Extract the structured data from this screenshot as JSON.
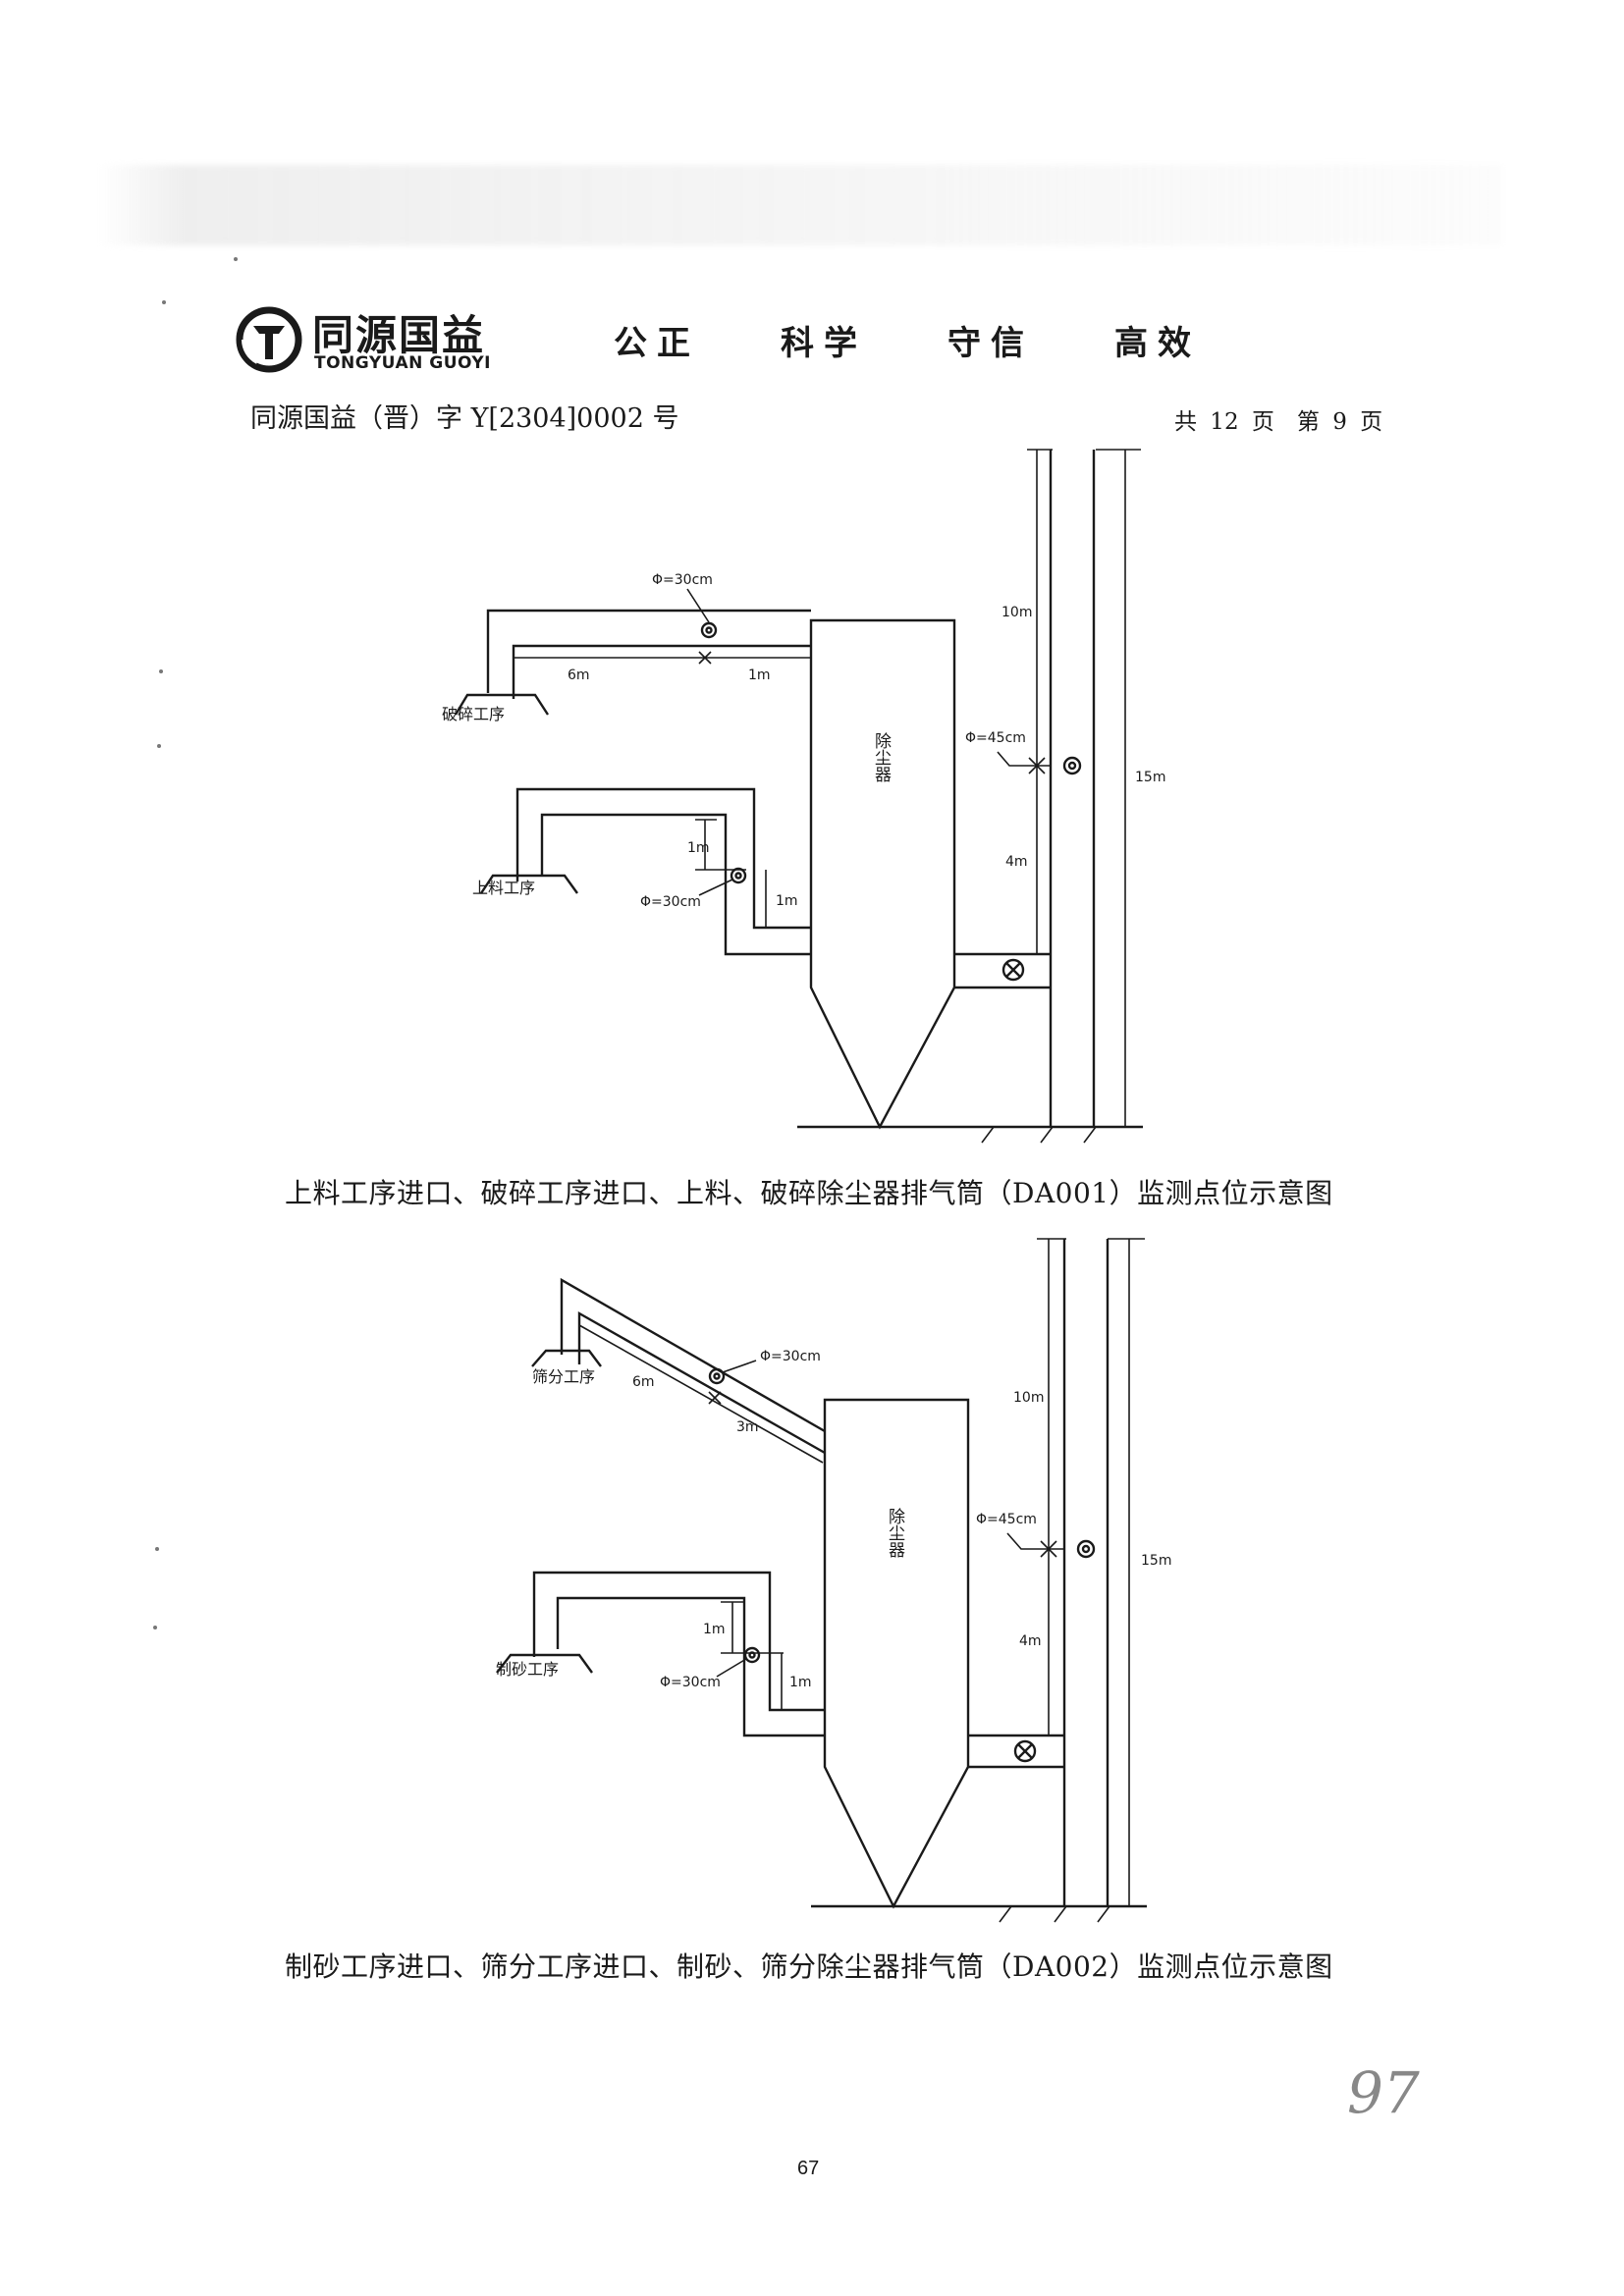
{
  "header": {
    "brand_cn": "同源国益",
    "brand_en": "TONGYUAN GUOYI",
    "motto": [
      "公正",
      "科学",
      "守信",
      "高效"
    ]
  },
  "report_number": "同源国益（晋）字 Y[2304]0002 号",
  "page_info": "共 12 页　第 9 页",
  "diagram1": {
    "process_top": "破碎工序",
    "process_bottom": "上料工序",
    "collector": "除尘器",
    "top_dia": "Φ=30cm",
    "len_6m": "6m",
    "len_1m_a": "1m",
    "bottom_dia": "Φ=30cm",
    "len_1m_b": "1m",
    "len_1m_c": "1m",
    "stack_dia": "Φ=45cm",
    "h_10m": "10m",
    "h_4m": "4m",
    "h_15m": "15m",
    "caption": "上料工序进口、破碎工序进口、上料、破碎除尘器排气筒（DA001）监测点位示意图"
  },
  "diagram2": {
    "process_top": "筛分工序",
    "process_bottom": "制砂工序",
    "collector": "除尘器",
    "top_dia": "Φ=30cm",
    "len_6m": "6m",
    "len_3m": "3m",
    "bottom_dia": "Φ=30cm",
    "len_1m_a": "1m",
    "len_1m_b": "1m",
    "stack_dia": "Φ=45cm",
    "h_10m": "10m",
    "h_4m": "4m",
    "h_15m": "15m",
    "caption": "制砂工序进口、筛分工序进口、制砂、筛分除尘器排气筒（DA002）监测点位示意图"
  },
  "pencil_mark": "97",
  "page_number": "67"
}
